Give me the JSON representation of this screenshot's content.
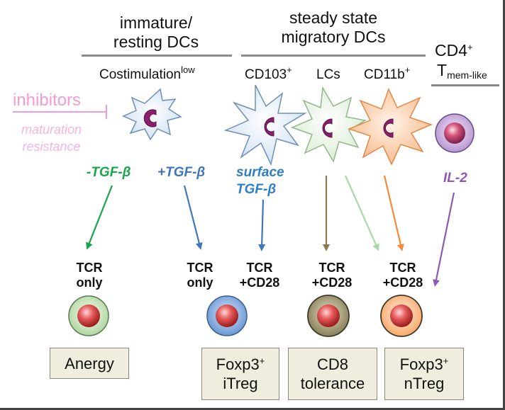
{
  "headers": {
    "immature": [
      "immature/",
      "resting DCs"
    ],
    "steady": [
      "steady state",
      "migratory DCs"
    ],
    "cd4": "CD4",
    "cd4_sup": "+",
    "tmem": "T",
    "tmem_sub": "mem-like"
  },
  "costim": {
    "label": "Costimulation",
    "sup": "low"
  },
  "dc_subsets": {
    "cd103": "CD103",
    "cd103_sup": "+",
    "lcs": "LCs",
    "cd11b": "CD11b",
    "cd11b_sup": "+"
  },
  "inhibitors": {
    "label": "inhibitors",
    "note": [
      "maturation",
      "resistance"
    ]
  },
  "signals": {
    "minus_tgf": "-TGF-β",
    "plus_tgf": "+TGF-β",
    "surface_tgf": [
      "surface",
      "TGF-β"
    ],
    "il2": "IL-2"
  },
  "tcr": {
    "only": [
      "TCR",
      "only"
    ],
    "cd28": [
      "TCR",
      "+CD28"
    ]
  },
  "outcomes": {
    "anergy": "Anergy",
    "itreg": {
      "name": "Foxp3",
      "sup": "+",
      "sub": "iTreg"
    },
    "cd8": [
      "CD8",
      "tolerance"
    ],
    "ntreg": {
      "name": "Foxp3",
      "sup": "+",
      "sub": "nTreg"
    }
  },
  "colors": {
    "green": "#1aa64a",
    "blue": "#3f76bd",
    "surface_blue": "#2f7fc6",
    "brown": "#8b7a52",
    "light_green": "#a9d9a6",
    "orange": "#f28a3a",
    "purple": "#8e5ab1",
    "pink": "#f29bd8"
  }
}
